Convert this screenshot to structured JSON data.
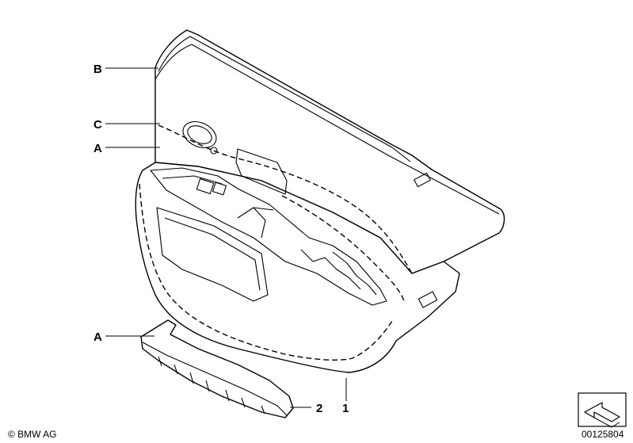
{
  "callouts": {
    "b": "B",
    "c": "C",
    "a_upper": "A",
    "a_lower": "A",
    "part_1": "1",
    "part_2": "2"
  },
  "footer": {
    "copyright": "© BMW AG",
    "diagram_number": "00125804"
  },
  "icons": {
    "orientation": "orientation-arrow-icon"
  },
  "colors": {
    "line": "#000000",
    "background": "#ffffff"
  }
}
